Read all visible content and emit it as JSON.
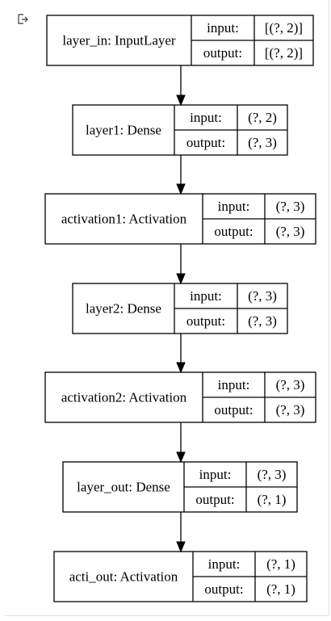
{
  "diagram": {
    "nodes": [
      {
        "id": "layer_in",
        "label": "layer_in: InputLayer",
        "input_label": "input:",
        "input_value": "[(?, 2)]",
        "output_label": "output:",
        "output_value": "[(?, 2)]"
      },
      {
        "id": "layer1",
        "label": "layer1: Dense",
        "input_label": "input:",
        "input_value": "(?, 2)",
        "output_label": "output:",
        "output_value": "(?, 3)"
      },
      {
        "id": "activation1",
        "label": "activation1: Activation",
        "input_label": "input:",
        "input_value": "(?, 3)",
        "output_label": "output:",
        "output_value": "(?, 3)"
      },
      {
        "id": "layer2",
        "label": "layer2: Dense",
        "input_label": "input:",
        "input_value": "(?, 3)",
        "output_label": "output:",
        "output_value": "(?, 3)"
      },
      {
        "id": "activation2",
        "label": "activation2: Activation",
        "input_label": "input:",
        "input_value": "(?, 3)",
        "output_label": "output:",
        "output_value": "(?, 3)"
      },
      {
        "id": "layer_out",
        "label": "layer_out: Dense",
        "input_label": "input:",
        "input_value": "(?, 3)",
        "output_label": "output:",
        "output_value": "(?, 1)"
      },
      {
        "id": "acti_out",
        "label": "acti_out: Activation",
        "input_label": "input:",
        "input_value": "(?, 1)",
        "output_label": "output:",
        "output_value": "(?, 1)"
      }
    ],
    "edges": [
      {
        "from": "layer_in",
        "to": "layer1"
      },
      {
        "from": "layer1",
        "to": "activation1"
      },
      {
        "from": "activation1",
        "to": "layer2"
      },
      {
        "from": "layer2",
        "to": "activation2"
      },
      {
        "from": "activation2",
        "to": "layer_out"
      },
      {
        "from": "layer_out",
        "to": "acti_out"
      }
    ]
  },
  "output_icon": "output-arrow-icon"
}
